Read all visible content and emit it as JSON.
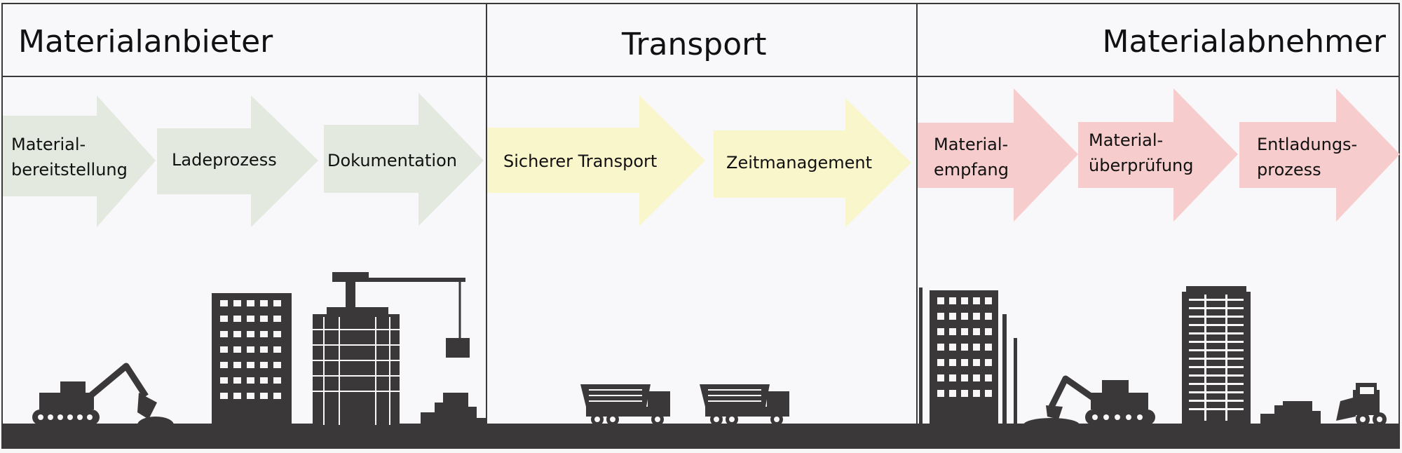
{
  "sections": [
    {
      "title": "Materialanbieter",
      "steps": [
        {
          "lines": [
            "Material-",
            "bereitstellung"
          ]
        },
        {
          "lines": [
            "Ladeprozess"
          ]
        },
        {
          "lines": [
            "Dokumentation"
          ]
        }
      ]
    },
    {
      "title": "Transport",
      "steps": [
        {
          "lines": [
            "Sicherer Transport"
          ]
        },
        {
          "lines": [
            "Zeitmanagement"
          ]
        }
      ]
    },
    {
      "title": "Materialabnehmer",
      "steps": [
        {
          "lines": [
            "Material-",
            "empfang"
          ]
        },
        {
          "lines": [
            "Material-",
            "überprüfung"
          ]
        },
        {
          "lines": [
            "Entladungs-",
            "prozess"
          ]
        }
      ]
    }
  ],
  "colors": {
    "supplier_arrow": "#e3e9df",
    "transport_arrow": "#faf6cc",
    "receiver_arrow": "#f6cccc",
    "silhouette": "#3a3839"
  },
  "icons": [
    "excavator-icon",
    "building-icon",
    "crane-icon",
    "dump-truck-icon",
    "skid-loader-icon"
  ]
}
